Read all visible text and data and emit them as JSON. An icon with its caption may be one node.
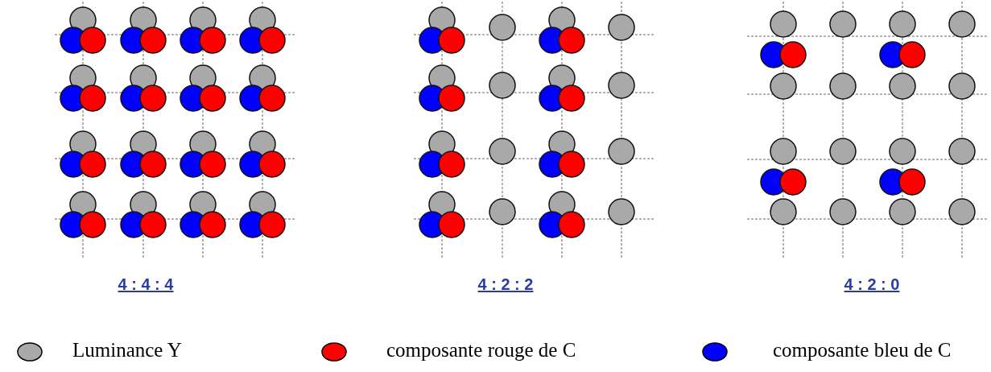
{
  "diagram": {
    "labels": [
      "4 : 4 : 4",
      "4 : 2 : 2",
      "4 : 2 : 0"
    ],
    "legend": [
      {
        "text": "Luminance Y",
        "color": "#a9a9a9"
      },
      {
        "text": "composante rouge de C",
        "color": "#ff0000"
      },
      {
        "text": "composante bleu de C",
        "color": "#0000ff"
      }
    ]
  }
}
